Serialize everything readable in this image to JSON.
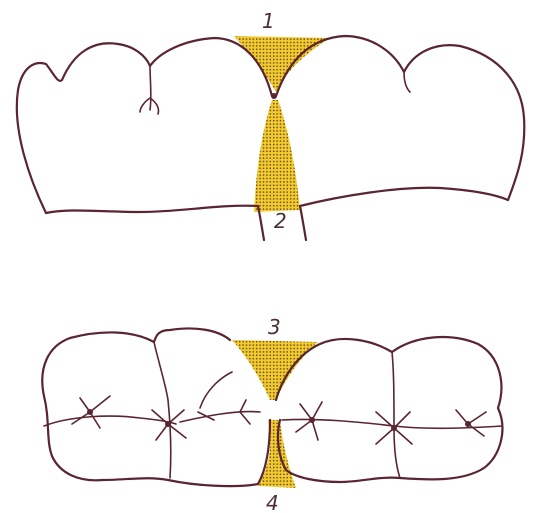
{
  "labels": {
    "l1": "1",
    "l2": "2",
    "l3": "3",
    "l4": "4"
  },
  "colors": {
    "outline": "#5a2530",
    "embrasure_fill": "#f2cc2e",
    "stipple": "#6b4a1e",
    "label": "#4a3030",
    "background": "#ffffff"
  }
}
